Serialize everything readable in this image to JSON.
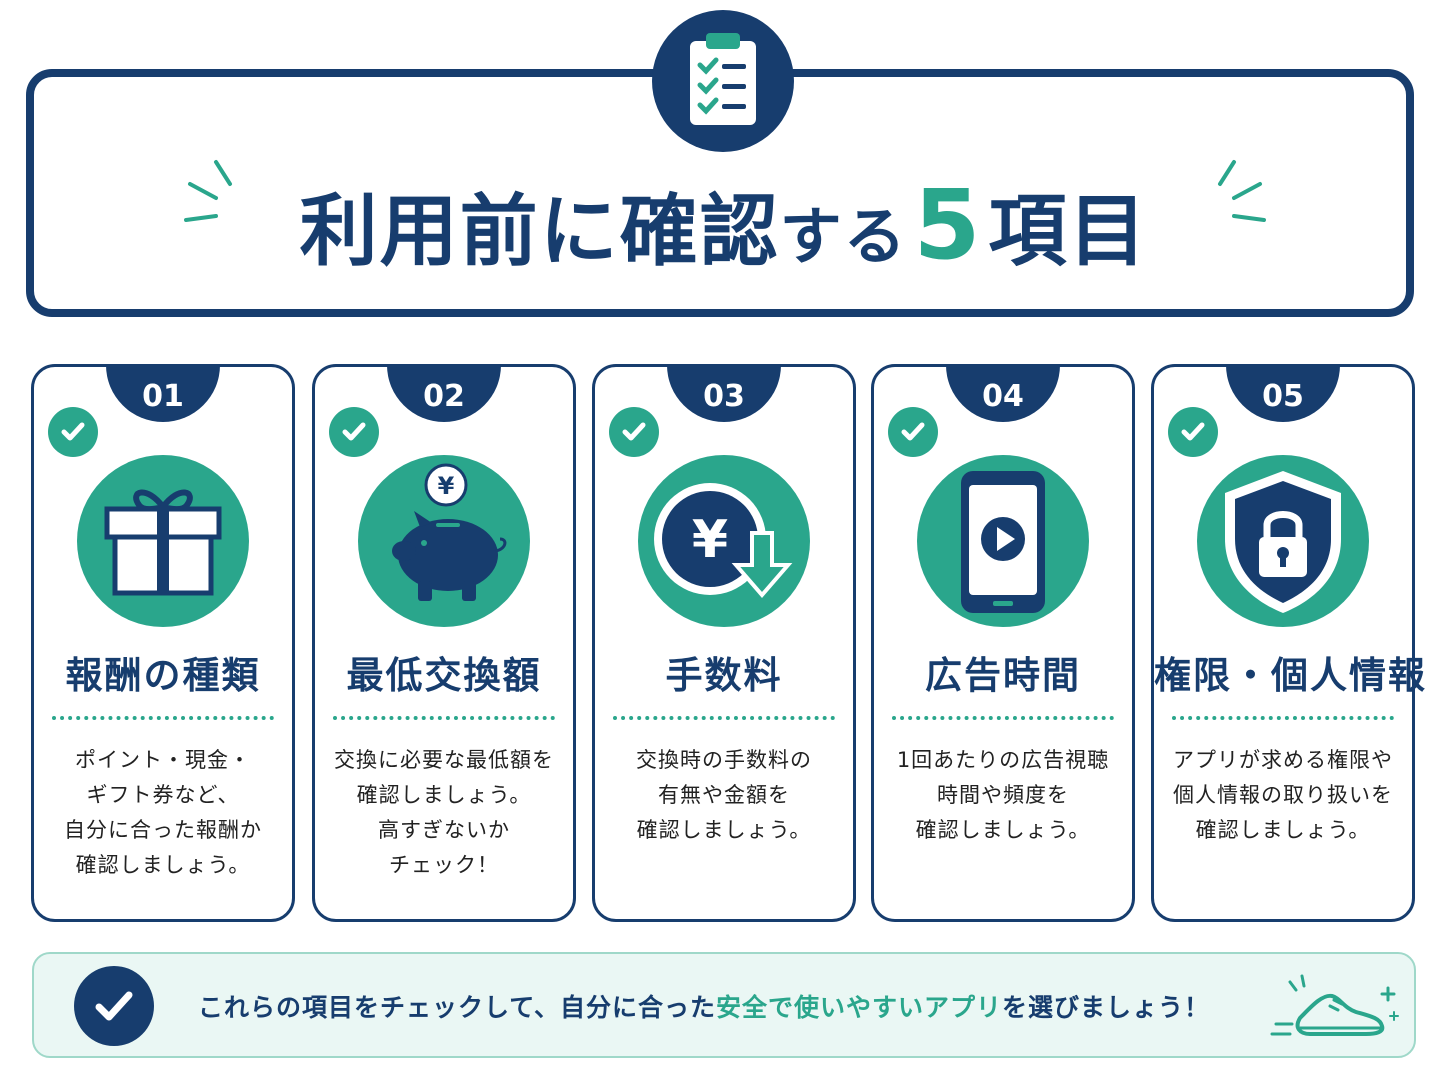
{
  "header": {
    "title_part1": "利用前に確認",
    "title_part2": "する",
    "title_number": "5",
    "title_part3": "項目"
  },
  "cards": [
    {
      "number": "01",
      "icon": "gift-icon",
      "title": "報酬の種類",
      "desc": [
        "ポイント・現金・",
        "ギフト券など、",
        "自分に合った報酬か",
        "確認しましょう。"
      ]
    },
    {
      "number": "02",
      "icon": "piggy-bank-icon",
      "title": "最低交換額",
      "desc": [
        "交換に必要な最低額を",
        "確認しましょう。",
        "高すぎないか",
        "チェック！"
      ]
    },
    {
      "number": "03",
      "icon": "yen-fee-icon",
      "title": "手数料",
      "desc": [
        "交換時の手数料の",
        "有無や金額を",
        "確認しましょう。"
      ]
    },
    {
      "number": "04",
      "icon": "smartphone-video-icon",
      "title": "広告時間",
      "desc": [
        "1回あたりの広告視聴",
        "時間や頻度を",
        "確認しましょう。"
      ]
    },
    {
      "number": "05",
      "icon": "shield-lock-icon",
      "title": "権限・個人情報",
      "desc": [
        "アプリが求める権限や",
        "個人情報の取り扱いを",
        "確認しましょう。"
      ]
    }
  ],
  "footer": {
    "text_before": "これらの項目をチェックして、自分に合った",
    "text_highlight": "安全で使いやすいアプリ",
    "text_after": "を選びましょう！"
  },
  "colors": {
    "navy": "#173d6e",
    "teal": "#2aa68c",
    "footer_bg": "#eaf7f4"
  }
}
